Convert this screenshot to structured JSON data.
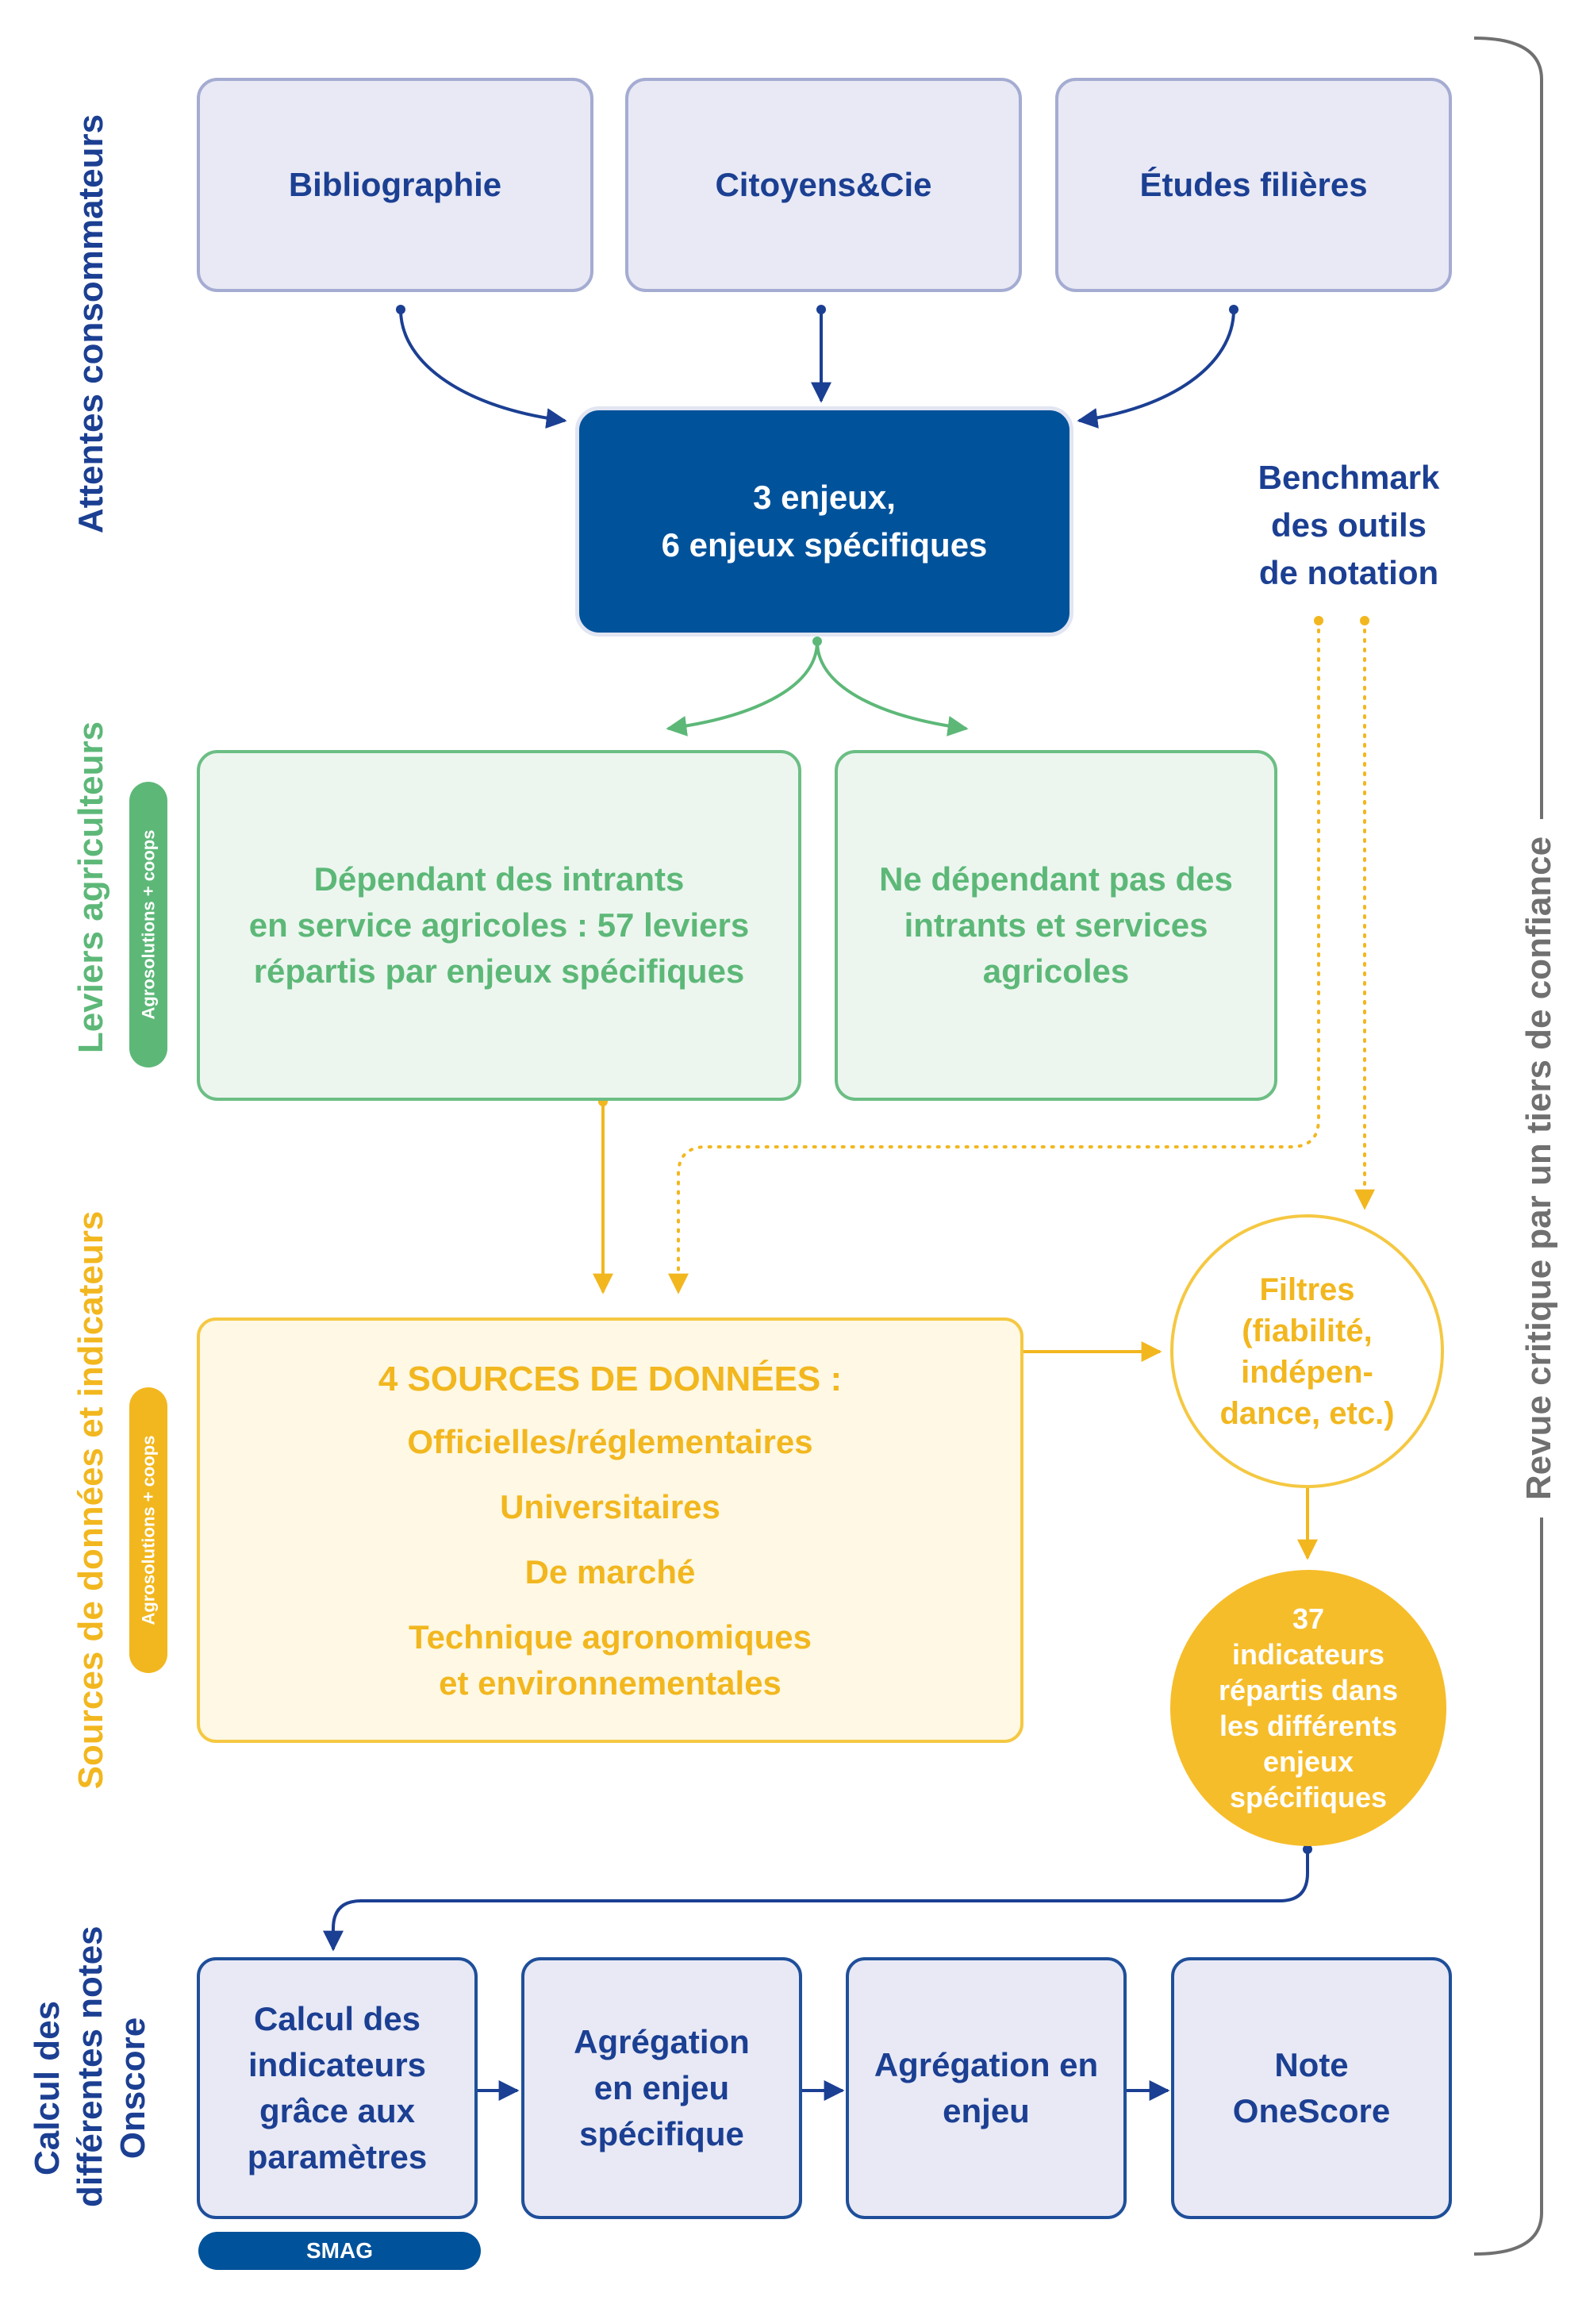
{
  "colors": {
    "dark_blue": "#1b3f92",
    "navy": "#00529b",
    "green": "#5db878",
    "yellow": "#f2b71f",
    "grey": "#707070"
  },
  "sections": {
    "consumers": "Attentes consommateurs",
    "levers": "Leviers agriculteurs",
    "sources": "Sources de données et indicateurs",
    "calc_line1": "Calcul des",
    "calc_line2": "différentes notes",
    "calc_line3": "Onscore"
  },
  "badges": {
    "levers": "Agrosolutions + coops",
    "sources": "Agrosolutions + coops",
    "calc": "SMAG"
  },
  "top_sources": [
    "Bibliographie",
    "Citoyens&Cie",
    "Études filières"
  ],
  "enjeux": {
    "line1": "3 enjeux,",
    "line2": "6 enjeux spécifiques"
  },
  "benchmark": {
    "line1": "Benchmark",
    "line2": "des outils",
    "line3": "de notation"
  },
  "levers": {
    "dependent": {
      "line1": "Dépendant des intrants",
      "line2": "en service agricoles : 57 leviers",
      "line3": "répartis par enjeux spécifiques"
    },
    "independent": {
      "line1": "Ne dépendant pas des",
      "line2": "intrants et services",
      "line3": "agricoles"
    }
  },
  "data_sources": {
    "title": "4 SOURCES DE DONNÉES :",
    "items": [
      "Officielles/réglementaires",
      "Universitaires",
      "De marché",
      "Technique agronomiques",
      "et environnementales"
    ]
  },
  "filters": {
    "line1": "Filtres",
    "line2": "(fiabilité,",
    "line3": "indépen-",
    "line4": "dance, etc.)"
  },
  "indicators": {
    "line1": "37",
    "line2": "indicateurs",
    "line3": "répartis dans",
    "line4": "les différents",
    "line5": "enjeux",
    "line6": "spécifiques"
  },
  "calc_steps": [
    {
      "line1": "Calcul des",
      "line2": "indicateurs",
      "line3": "grâce aux",
      "line4": "paramètres"
    },
    {
      "line1": "Agrégation",
      "line2": "en enjeu",
      "line3": "spécifique"
    },
    {
      "line1": "Agrégation en",
      "line2": "enjeu"
    },
    {
      "line1": "Note",
      "line2": "OneScore"
    }
  ],
  "review": "Revue critique par un tiers de confiance"
}
